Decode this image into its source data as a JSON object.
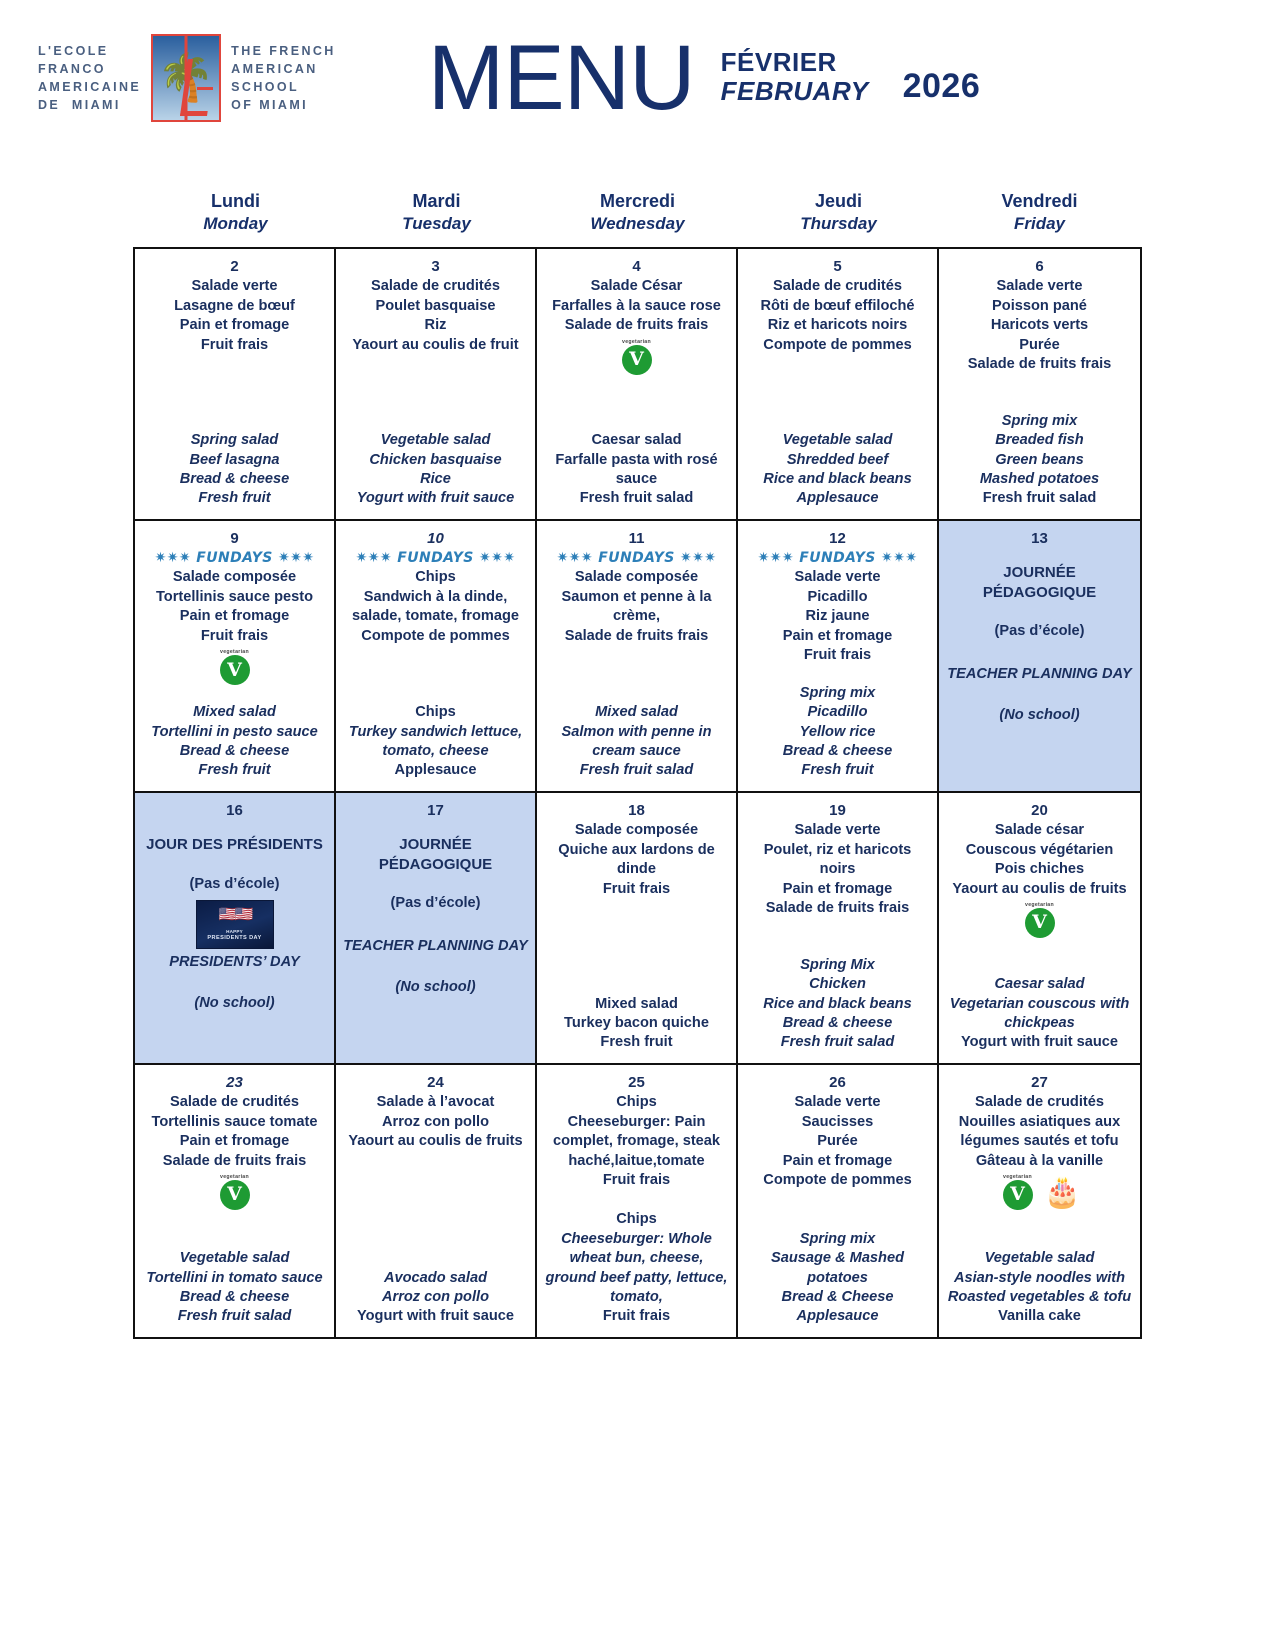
{
  "brand": {
    "left_lines": "L'ECOLE\nFRANCO\nAMERICAINE\nDE  MIAMI",
    "right_lines": "THE FRENCH\nAMERICAN\nSCHOOL\nOF MIAMI",
    "logo_icon": "palm-tree-arch-logo"
  },
  "header": {
    "title": "MENU",
    "month_fr": "FÉVRIER",
    "month_en": "FEBRUARY",
    "year": "2026"
  },
  "colors": {
    "navy": "#1a2f5e",
    "title_navy": "#17306b",
    "shaded_cell": "#c5d5f0",
    "fundays_blue": "#2d7fb8",
    "veg_green": "#1e9b33",
    "logo_red": "#e0453c"
  },
  "day_headers": [
    {
      "fr": "Lundi",
      "en": "Monday"
    },
    {
      "fr": "Mardi",
      "en": "Tuesday"
    },
    {
      "fr": "Mercredi",
      "en": "Wednesday"
    },
    {
      "fr": "Jeudi",
      "en": "Thursday"
    },
    {
      "fr": "Vendredi",
      "en": "Friday"
    }
  ],
  "labels": {
    "fundays": "✷✷✷ FUNDAYS ✷✷✷",
    "veg_badge_word": "vegetarian",
    "veg_badge_letter": "V",
    "cake_glyph": "🎂",
    "pres_flags_glyph": "🇺🇸🇺🇸",
    "pres_caption_top": "HAPPY",
    "pres_caption_main": "PRESIDENTS DAY"
  },
  "weeks": [
    [
      {
        "num": "2",
        "num_italic": false,
        "shaded": false,
        "fundays": false,
        "icons": [],
        "fr": [
          "Salade verte",
          "Lasagne de bœuf",
          "Pain et fromage",
          "Fruit frais"
        ],
        "en": [
          "Spring salad",
          "Beef lasagna",
          "Bread & cheese",
          "Fresh fruit"
        ],
        "en_upright": []
      },
      {
        "num": "3",
        "num_italic": false,
        "shaded": false,
        "fundays": false,
        "icons": [],
        "fr": [
          "Salade de crudités",
          "Poulet basquaise",
          "Riz",
          "Yaourt au coulis de fruit"
        ],
        "en": [
          "Vegetable salad",
          "Chicken basquaise",
          "Rice",
          "Yogurt with fruit sauce"
        ],
        "en_upright": []
      },
      {
        "num": "4",
        "num_italic": false,
        "shaded": false,
        "fundays": false,
        "icons": [
          "vegetarian"
        ],
        "fr": [
          "Salade César",
          "Farfalles à la sauce rose",
          "Salade de fruits frais"
        ],
        "en": [
          "Caesar salad",
          "Farfalle pasta with rosé sauce",
          "Fresh fruit salad"
        ],
        "en_upright": [
          0,
          1,
          2
        ]
      },
      {
        "num": "5",
        "num_italic": false,
        "shaded": false,
        "fundays": false,
        "icons": [],
        "fr": [
          "Salade de crudités",
          "Rôti de bœuf effiloché",
          "Riz et haricots noirs",
          "Compote de pommes"
        ],
        "en": [
          "Vegetable salad",
          "Shredded beef",
          "Rice and black beans",
          "Applesauce"
        ],
        "en_upright": []
      },
      {
        "num": "6",
        "num_italic": false,
        "shaded": false,
        "fundays": false,
        "icons": [],
        "fr": [
          "Salade verte",
          "Poisson pané",
          "Haricots verts",
          "Purée",
          "Salade de fruits frais"
        ],
        "en": [
          "Spring mix",
          "Breaded fish",
          "Green beans",
          "Mashed potatoes",
          "Fresh fruit salad"
        ],
        "en_upright": [
          4
        ]
      }
    ],
    [
      {
        "num": "9",
        "num_italic": false,
        "shaded": false,
        "fundays": true,
        "icons": [
          "vegetarian"
        ],
        "fr": [
          "Salade composée",
          "Tortellinis sauce pesto",
          "Pain et fromage",
          "Fruit frais"
        ],
        "en": [
          "Mixed salad",
          "Tortellini in pesto sauce",
          "Bread & cheese",
          "Fresh fruit"
        ],
        "en_upright": []
      },
      {
        "num": "10",
        "num_italic": true,
        "shaded": false,
        "fundays": true,
        "icons": [],
        "fr": [
          "Chips",
          "Sandwich à la dinde, salade, tomate, fromage",
          "Compote de pommes"
        ],
        "en": [
          "Chips",
          "Turkey sandwich lettuce, tomato, cheese",
          "Applesauce"
        ],
        "en_upright": [
          0,
          2
        ]
      },
      {
        "num": "11",
        "num_italic": false,
        "shaded": false,
        "fundays": true,
        "icons": [],
        "fr": [
          "Salade composée",
          "Saumon et penne à la crème,",
          "Salade de fruits frais"
        ],
        "en": [
          "Mixed salad",
          "Salmon with penne in cream sauce",
          "Fresh fruit salad"
        ],
        "en_upright": []
      },
      {
        "num": "12",
        "num_italic": false,
        "shaded": false,
        "fundays": true,
        "icons": [],
        "fr": [
          "Salade verte",
          "Picadillo",
          "Riz jaune",
          "Pain et fromage",
          "Fruit frais"
        ],
        "en": [
          "Spring mix",
          "Picadillo",
          "Yellow rice",
          "Bread & cheese",
          "Fresh fruit"
        ],
        "en_upright": []
      },
      {
        "num": "13",
        "num_italic": false,
        "shaded": true,
        "fundays": false,
        "holiday": true,
        "title_fr": "JOURNÉE PÉDAGOGIQUE",
        "sub_fr": "(Pas d’école)",
        "title_en": "TEACHER PLANNING DAY",
        "sub_en": "(No school)",
        "image": null
      }
    ],
    [
      {
        "num": "16",
        "num_italic": false,
        "shaded": true,
        "fundays": false,
        "holiday": true,
        "title_fr": "JOUR DES PRÉSIDENTS",
        "sub_fr": "(Pas d’école)",
        "title_en": "PRESIDENTS’ DAY",
        "sub_en": "(No school)",
        "image": "presidents-day-banner"
      },
      {
        "num": "17",
        "num_italic": false,
        "shaded": true,
        "fundays": false,
        "holiday": true,
        "title_fr": "JOURNÉE PÉDAGOGIQUE",
        "sub_fr": "(Pas d’école)",
        "title_en": "TEACHER  PLANNING DAY",
        "sub_en": "(No school)",
        "image": null
      },
      {
        "num": "18",
        "num_italic": false,
        "shaded": false,
        "fundays": false,
        "icons": [],
        "fr": [
          "Salade composée",
          "Quiche aux lardons de dinde",
          "Fruit frais"
        ],
        "en": [
          "Mixed salad",
          "Turkey bacon quiche",
          "Fresh fruit"
        ],
        "en_upright": [
          0,
          1,
          2
        ]
      },
      {
        "num": "19",
        "num_italic": false,
        "shaded": false,
        "fundays": false,
        "icons": [],
        "fr": [
          "Salade verte",
          "Poulet, riz et haricots noirs",
          "Pain et fromage",
          "Salade de fruits frais"
        ],
        "en": [
          "Spring Mix",
          "Chicken",
          "Rice and black beans",
          "Bread & cheese",
          "Fresh fruit salad"
        ],
        "en_upright": []
      },
      {
        "num": "20",
        "num_italic": false,
        "shaded": false,
        "fundays": false,
        "icons": [
          "vegetarian"
        ],
        "fr": [
          "Salade césar",
          "Couscous végétarien",
          "Pois chiches",
          "Yaourt au coulis de fruits"
        ],
        "en": [
          "Caesar salad",
          "Vegetarian couscous with chickpeas",
          "Yogurt with fruit sauce"
        ],
        "en_upright": [
          2
        ]
      }
    ],
    [
      {
        "num": "23",
        "num_italic": true,
        "shaded": false,
        "fundays": false,
        "icons": [
          "vegetarian"
        ],
        "fr": [
          "Salade de crudités",
          "Tortellinis sauce tomate",
          "Pain et fromage",
          "Salade de fruits frais"
        ],
        "en": [
          "Vegetable salad",
          "Tortellini in tomato sauce",
          "Bread & cheese",
          "Fresh fruit salad"
        ],
        "en_upright": []
      },
      {
        "num": "24",
        "num_italic": false,
        "shaded": false,
        "fundays": false,
        "icons": [],
        "fr": [
          "Salade à l’avocat",
          "Arroz con pollo",
          "Yaourt au coulis de fruits"
        ],
        "en": [
          "Avocado salad",
          "Arroz con pollo",
          "Yogurt with fruit sauce"
        ],
        "en_upright": [
          2
        ]
      },
      {
        "num": "25",
        "num_italic": false,
        "shaded": false,
        "fundays": false,
        "icons": [],
        "fr": [
          "Chips",
          "Cheeseburger: Pain complet, fromage, steak haché,laitue,tomate",
          "Fruit frais"
        ],
        "en": [
          "Chips",
          "Cheeseburger: Whole wheat bun, cheese, ground beef patty, lettuce, tomato,",
          "Fruit frais"
        ],
        "en_upright": [
          0,
          2
        ]
      },
      {
        "num": "26",
        "num_italic": false,
        "shaded": false,
        "fundays": false,
        "icons": [],
        "fr": [
          "Salade verte",
          "Saucisses",
          "Purée",
          "Pain et fromage",
          "Compote de pommes"
        ],
        "en": [
          "Spring mix",
          "Sausage & Mashed potatoes",
          "Bread & Cheese",
          "Applesauce"
        ],
        "en_upright": []
      },
      {
        "num": "27",
        "num_italic": false,
        "shaded": false,
        "fundays": false,
        "icons": [
          "vegetarian",
          "cake"
        ],
        "fr": [
          "Salade de crudités",
          "Nouilles asiatiques aux légumes sautés et tofu",
          "Gâteau à la vanille"
        ],
        "en": [
          "Vegetable salad",
          "Asian-style noodles with Roasted vegetables & tofu",
          "Vanilla cake"
        ],
        "en_upright": [
          2
        ]
      }
    ]
  ]
}
